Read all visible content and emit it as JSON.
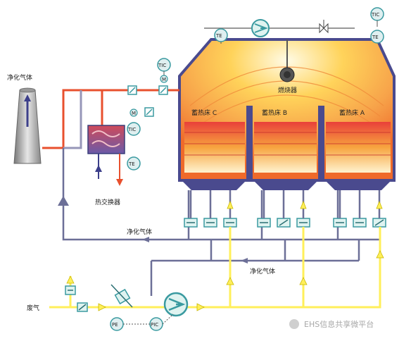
{
  "labels": {
    "chimney": "净化气体",
    "burner": "燃烧器",
    "bed_c": "蓄热床 C",
    "bed_b": "蓄热床 B",
    "bed_a": "蓄热床 A",
    "heat_exchanger": "热交换器",
    "purified_gas_1": "净化气体",
    "purified_gas_2": "净化气体",
    "waste_gas": "废气",
    "watermark": "EHS信息共享微平台"
  },
  "instruments": {
    "te_top": "TE",
    "tic_top": "TIC",
    "te_topright": "TE",
    "tic_mid": "TIC",
    "m_1": "M",
    "m_2": "M",
    "tic_hx": "TIC",
    "te_hx": "TE",
    "pe": "PE",
    "pic": "PIC"
  },
  "colors": {
    "hot_gas": "#e8502e",
    "cold_gas": "#6c6f97",
    "clean_gas": "#6c6f97",
    "waste_gas": "#ffef5a",
    "chamber_frame": "#4a4a8e",
    "valve": "#3a9aa0"
  }
}
